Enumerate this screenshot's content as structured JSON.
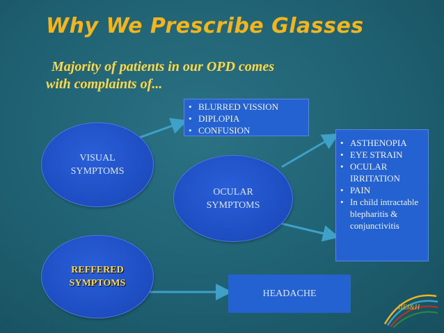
{
  "slide": {
    "title": "Why We Prescribe Glasses",
    "subtitle_line1": "Majority of patients in our OPD comes",
    "subtitle_line2": "with complaints of..."
  },
  "shapes": {
    "visual": "VISUAL\nSYMPTOMS",
    "ocular": "OCULAR\nSYMPTOMS",
    "referred": "REFFERED\nSYMPTOMS",
    "headache": "HEADACHE"
  },
  "visual_box": {
    "items": [
      "BLURRED VISSION",
      "DIPLOPIA",
      "CONFUSION"
    ]
  },
  "ocular_box": {
    "items": [
      "ASTHENOPIA",
      "EYE STRAIN",
      "OCULAR IRRITATION",
      "PAIN",
      "In child intractable blepharitis & conjunctivitis"
    ]
  },
  "logo": {
    "text": "IIEI&H"
  },
  "colors": {
    "background": "#1f6172",
    "title": "#f2b51e",
    "subtitle": "#ffd84a",
    "shape_fill": "#1f4fc4",
    "box_fill": "#2462d2",
    "arrow": "#3fa0c8"
  },
  "icons": {
    "logo": "swoosh-logo-icon"
  }
}
